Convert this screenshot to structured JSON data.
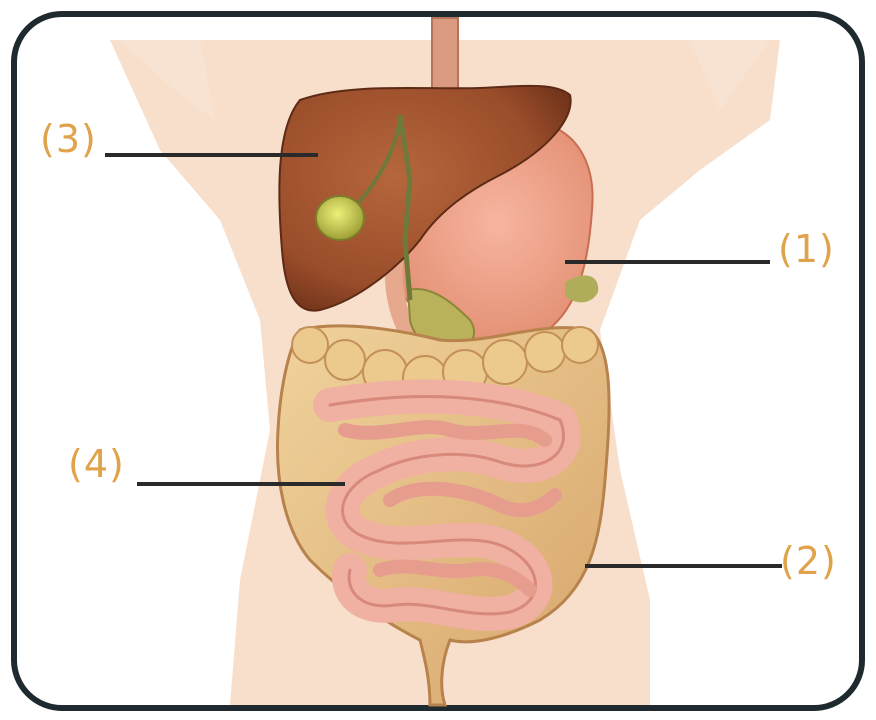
{
  "labels": {
    "one": "(1)",
    "two": "(2)",
    "three": "(3)",
    "four": "(4)"
  },
  "colors": {
    "frame": "#1f2a30",
    "skin": "#f6dcc6",
    "liver": "#a2522e",
    "stomach": "#efa58a",
    "gallbladder": "#c9cc4a",
    "large_intestine": "#e6c08c",
    "small_intestine": "#f0b0a2",
    "esophagus": "#d99a80",
    "label_text": "#e0a24a",
    "leader_line": "#2a2a2a"
  }
}
